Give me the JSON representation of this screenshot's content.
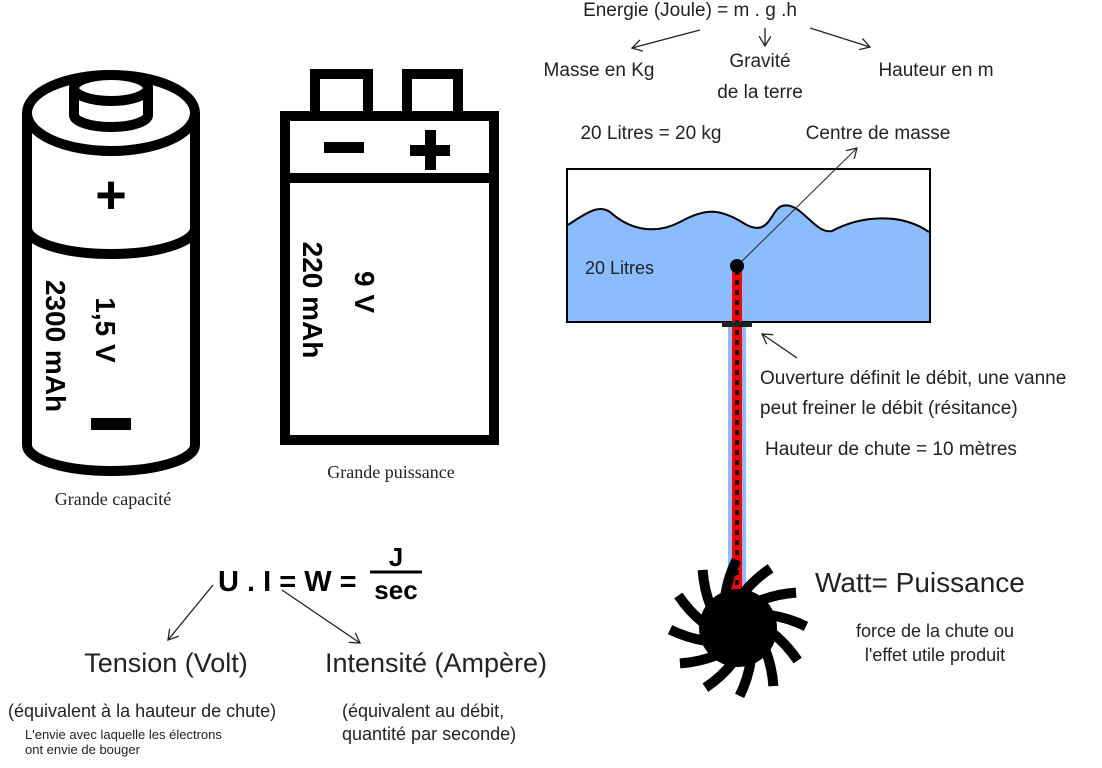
{
  "formula_energy": "Energie (Joule) = m . g .h",
  "mass_label": "Masse en Kg",
  "gravity_label_1": "Gravité",
  "gravity_label_2": "de la terre",
  "height_label": "Hauteur en m",
  "litres_eq": "20 Litres = 20 kg",
  "center_mass": "Centre de masse",
  "tank_label": "20 Litres",
  "opening_1": "Ouverture définit le débit, une vanne",
  "opening_2": "peut freiner le débit (résitance)",
  "fall_height": "Hauteur de chute = 10 mètres",
  "watt_title": "Watt= Puissance",
  "watt_desc_1": "force de la chute ou",
  "watt_desc_2": "l'effet utile produit",
  "aa": {
    "plus": "+",
    "minus": "−",
    "voltage": "1,5 V",
    "capacity": "2300 mAh",
    "caption": "Grande capacité"
  },
  "nine": {
    "voltage": "9 V",
    "capacity": "220 mAh",
    "caption": "Grande puissance"
  },
  "power_formula": {
    "lhs": "U . I = W =",
    "num": "J",
    "den": "sec"
  },
  "tension": "Tension (Volt)",
  "intensity": "Intensité (Ampère)",
  "tension_eq": "(équivalent à la hauteur de chute)",
  "tension_note_1": "L'envie avec laquelle les électrons",
  "tension_note_2": "ont envie de bouger",
  "intensity_eq_1": "(équivalent au débit,",
  "intensity_eq_2": "quantité par seconde)",
  "colors": {
    "water": "#8bbcfd",
    "pipe_red": "#ff0000",
    "pipe_blue": "#8bbcfd"
  }
}
